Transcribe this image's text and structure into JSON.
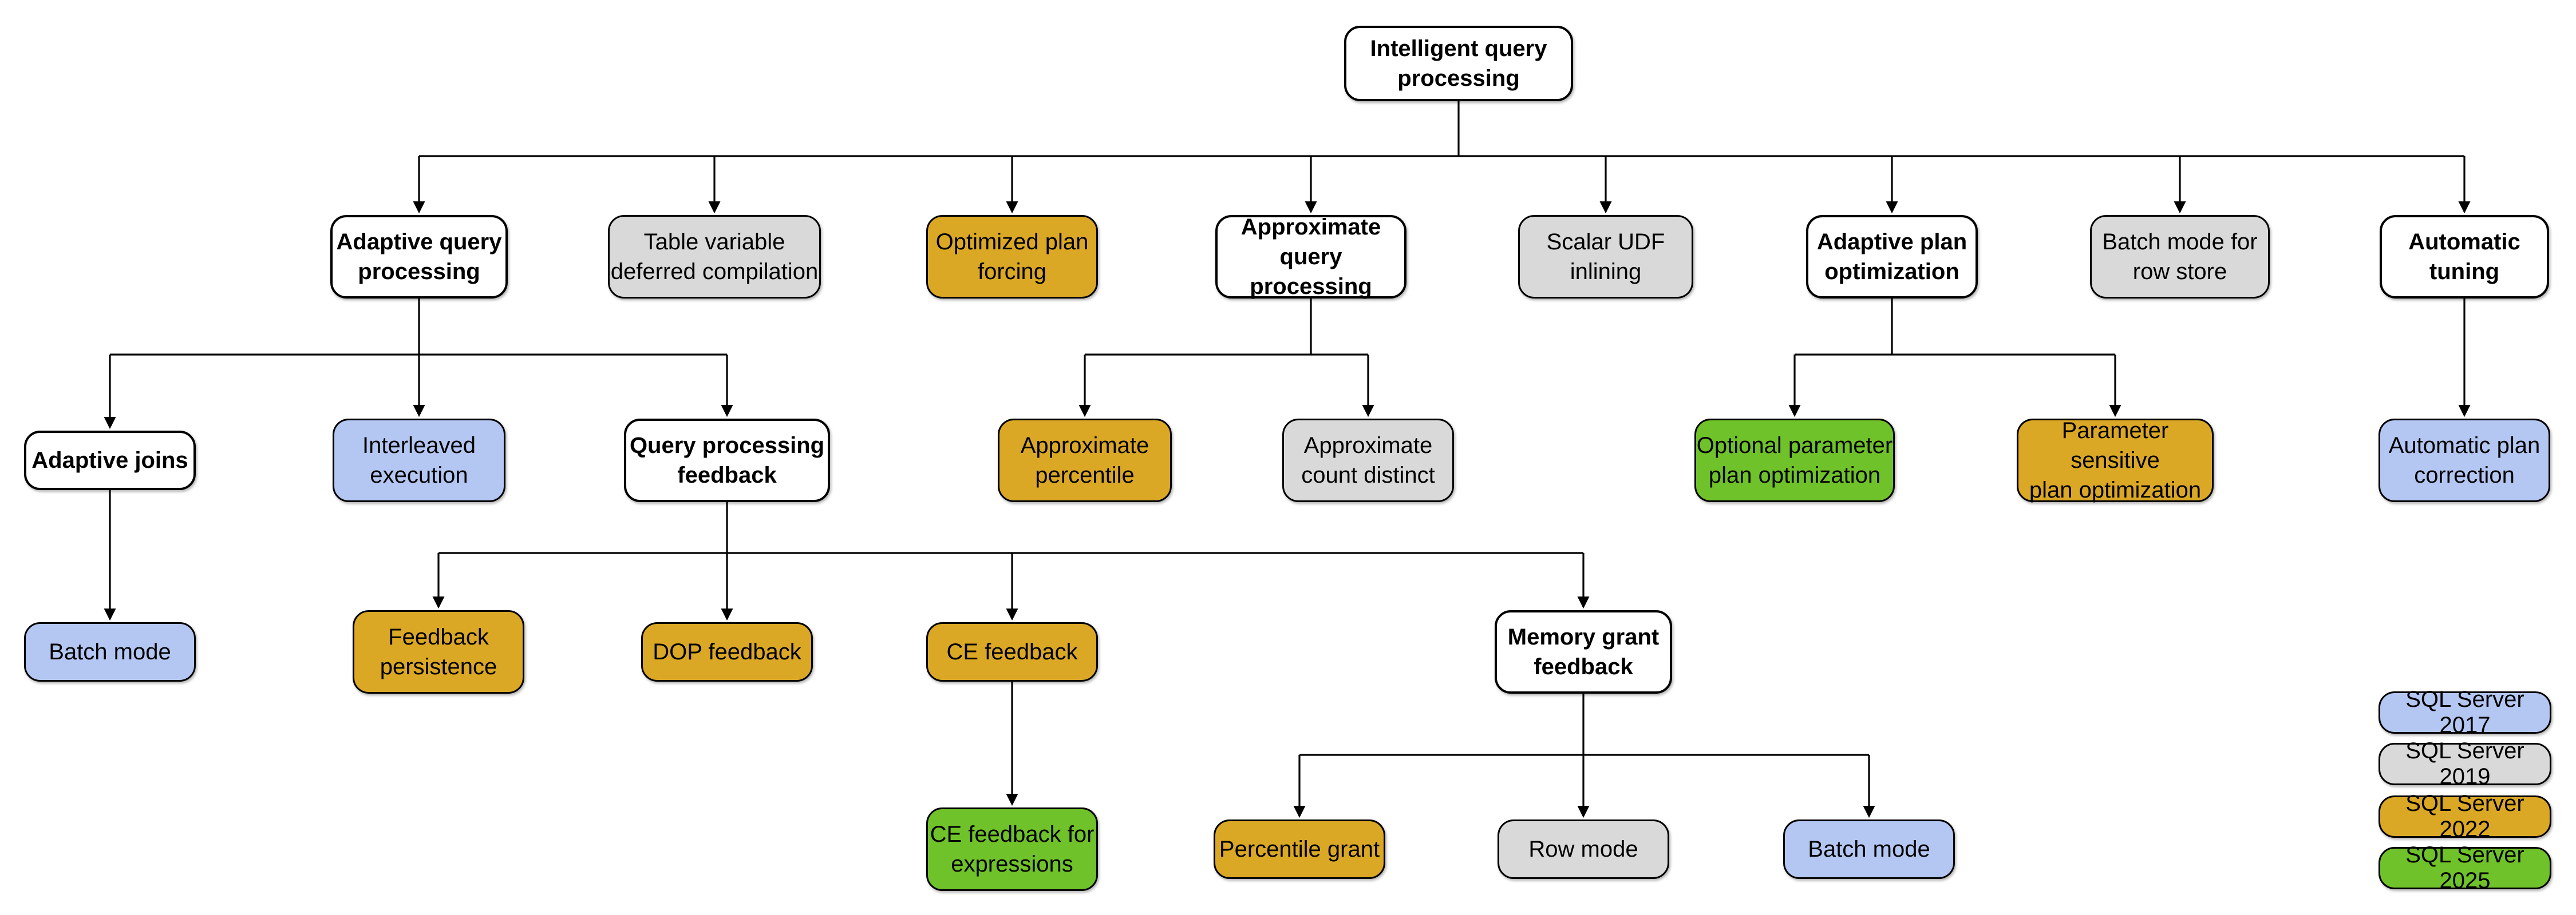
{
  "diagram": {
    "background": "#ffffff",
    "edge_color": "#000000",
    "category_fill": "#ffffff",
    "nodes": [
      {
        "id": "root",
        "label": "Intelligent query\nprocessing",
        "version": "category",
        "parent": null
      },
      {
        "id": "aqp",
        "label": "Adaptive query\nprocessing",
        "version": "category",
        "parent": "root"
      },
      {
        "id": "tvdc",
        "label": "Table variable\ndeferred compilation",
        "version": "2019",
        "parent": "root"
      },
      {
        "id": "opf",
        "label": "Optimized plan\nforcing",
        "version": "2022",
        "parent": "root"
      },
      {
        "id": "aqproc",
        "label": "Approximate\nquery processing",
        "version": "category",
        "parent": "root"
      },
      {
        "id": "sudf",
        "label": "Scalar UDF\ninlining",
        "version": "2019",
        "parent": "root"
      },
      {
        "id": "apo",
        "label": "Adaptive plan\noptimization",
        "version": "category",
        "parent": "root"
      },
      {
        "id": "bmrs",
        "label": "Batch mode for\nrow store",
        "version": "2019",
        "parent": "root"
      },
      {
        "id": "at",
        "label": "Automatic\ntuning",
        "version": "category",
        "parent": "root"
      },
      {
        "id": "aj",
        "label": "Adaptive joins",
        "version": "category",
        "parent": "aqp"
      },
      {
        "id": "ie",
        "label": "Interleaved\nexecution",
        "version": "2017",
        "parent": "aqp"
      },
      {
        "id": "qpf",
        "label": "Query processing\nfeedback",
        "version": "category",
        "parent": "aqp"
      },
      {
        "id": "ap",
        "label": "Approximate\npercentile",
        "version": "2022",
        "parent": "aqproc"
      },
      {
        "id": "acd",
        "label": "Approximate\ncount distinct",
        "version": "2019",
        "parent": "aqproc"
      },
      {
        "id": "oppo",
        "label": "Optional parameter\nplan optimization",
        "version": "2025",
        "parent": "apo"
      },
      {
        "id": "pspo",
        "label": "Parameter sensitive\nplan optimization",
        "version": "2022",
        "parent": "apo"
      },
      {
        "id": "apc",
        "label": "Automatic plan\ncorrection",
        "version": "2017",
        "parent": "at"
      },
      {
        "id": "bm",
        "label": "Batch mode",
        "version": "2017",
        "parent": "aj"
      },
      {
        "id": "fp",
        "label": "Feedback\npersistence",
        "version": "2022",
        "parent": "qpf"
      },
      {
        "id": "dopf",
        "label": "DOP feedback",
        "version": "2022",
        "parent": "qpf"
      },
      {
        "id": "cef",
        "label": "CE feedback",
        "version": "2022",
        "parent": "qpf"
      },
      {
        "id": "mgf",
        "label": "Memory grant\nfeedback",
        "version": "category",
        "parent": "qpf"
      },
      {
        "id": "cefe",
        "label": "CE feedback for\nexpressions",
        "version": "2025",
        "parent": "cef"
      },
      {
        "id": "pg",
        "label": "Percentile grant",
        "version": "2022",
        "parent": "mgf"
      },
      {
        "id": "rm",
        "label": "Row mode",
        "version": "2019",
        "parent": "mgf"
      },
      {
        "id": "bm2",
        "label": "Batch mode",
        "version": "2017",
        "parent": "mgf"
      }
    ],
    "legend": [
      {
        "version": "2017",
        "label": "SQL Server 2017",
        "color": "#b4c7f3"
      },
      {
        "version": "2019",
        "label": "SQL Server 2019",
        "color": "#d9d9d9"
      },
      {
        "version": "2022",
        "label": "SQL Server 2022",
        "color": "#dba826"
      },
      {
        "version": "2025",
        "label": "SQL Server 2025",
        "color": "#6fc22a"
      }
    ]
  }
}
